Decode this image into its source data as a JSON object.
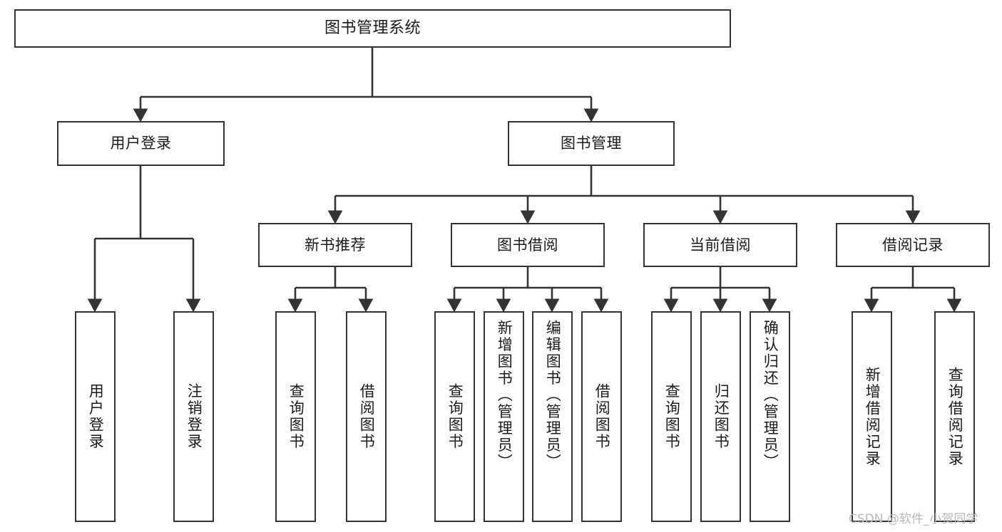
{
  "diagram": {
    "type": "tree-hierarchy-chart",
    "title": "图书管理系统",
    "orientation": "top-down",
    "colors": {
      "box_border": "#333333",
      "box_fill": "#ffffff",
      "connector": "#333333",
      "text": "#1a1a1a",
      "background": "#ffffff",
      "watermark": "#b9b9b9"
    },
    "levels": [
      {
        "level": 1,
        "nodes": [
          {
            "id": "root",
            "label": "图书管理系统",
            "text_direction": "horizontal"
          }
        ]
      },
      {
        "level": 2,
        "nodes": [
          {
            "id": "user-login",
            "label": "用户登录",
            "text_direction": "horizontal",
            "parent": "root"
          },
          {
            "id": "book-manage",
            "label": "图书管理",
            "text_direction": "horizontal",
            "parent": "root"
          }
        ]
      },
      {
        "level": 3,
        "nodes": [
          {
            "id": "new-book-rec",
            "label": "新书推荐",
            "text_direction": "horizontal",
            "parent": "book-manage"
          },
          {
            "id": "book-borrow",
            "label": "图书借阅",
            "text_direction": "horizontal",
            "parent": "book-manage"
          },
          {
            "id": "current-borrow",
            "label": "当前借阅",
            "text_direction": "horizontal",
            "parent": "book-manage"
          },
          {
            "id": "borrow-record",
            "label": "借阅记录",
            "text_direction": "horizontal",
            "parent": "book-manage"
          }
        ]
      },
      {
        "level": 4,
        "nodes": [
          {
            "id": "leaf-user-login",
            "label": "用户登录",
            "text_direction": "vertical",
            "parent": "user-login"
          },
          {
            "id": "leaf-user-logout",
            "label": "注销登录",
            "text_direction": "vertical",
            "parent": "user-login"
          },
          {
            "id": "leaf-rec-query",
            "label": "查询图书",
            "text_direction": "vertical",
            "parent": "new-book-rec"
          },
          {
            "id": "leaf-rec-borrow",
            "label": "借阅图书",
            "text_direction": "vertical",
            "parent": "new-book-rec"
          },
          {
            "id": "leaf-borrow-query",
            "label": "查询图书",
            "text_direction": "vertical",
            "parent": "book-borrow"
          },
          {
            "id": "leaf-borrow-add",
            "label": "新增图书（管理员）",
            "text_direction": "vertical",
            "parent": "book-borrow"
          },
          {
            "id": "leaf-borrow-edit",
            "label": "编辑图书（管理员）",
            "text_direction": "vertical",
            "parent": "book-borrow"
          },
          {
            "id": "leaf-borrow-lend",
            "label": "借阅图书",
            "text_direction": "vertical",
            "parent": "book-borrow"
          },
          {
            "id": "leaf-current-query",
            "label": "查询图书",
            "text_direction": "vertical",
            "parent": "current-borrow"
          },
          {
            "id": "leaf-current-return",
            "label": "归还图书",
            "text_direction": "vertical",
            "parent": "current-borrow"
          },
          {
            "id": "leaf-current-confirm",
            "label": "确认归还（管理员）",
            "text_direction": "vertical",
            "parent": "current-borrow"
          },
          {
            "id": "leaf-record-add",
            "label": "新增借阅记录",
            "text_direction": "vertical",
            "parent": "borrow-record"
          },
          {
            "id": "leaf-record-query",
            "label": "查询借阅记录",
            "text_direction": "vertical",
            "parent": "borrow-record"
          }
        ]
      }
    ]
  },
  "watermark": {
    "text": "CSDN @软件_小贺同学"
  }
}
